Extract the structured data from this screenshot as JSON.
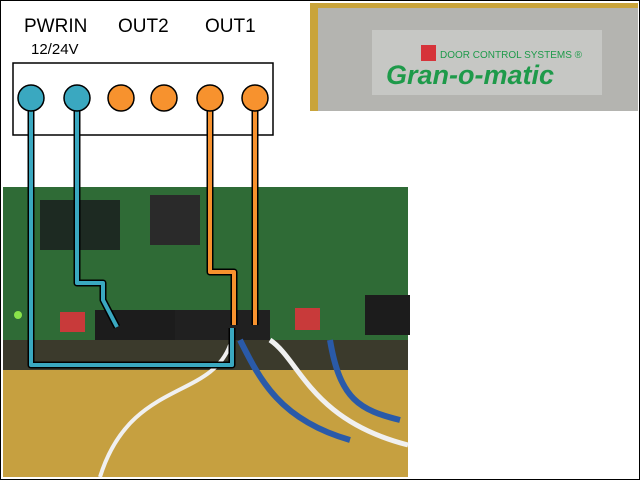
{
  "terminal_labels": {
    "pwrin": "PWRIN",
    "out2": "OUT2",
    "out1": "OUT1",
    "voltage": "12/24V"
  },
  "logo": {
    "tagline": "DOOR CONTROL SYSTEMS ®",
    "brand": "Gran-o-matic"
  },
  "colors": {
    "power_wire": "#3aa8c0",
    "output_wire": "#f7922e",
    "board": "#2f6b36",
    "logo_green": "#1e9a4a"
  }
}
